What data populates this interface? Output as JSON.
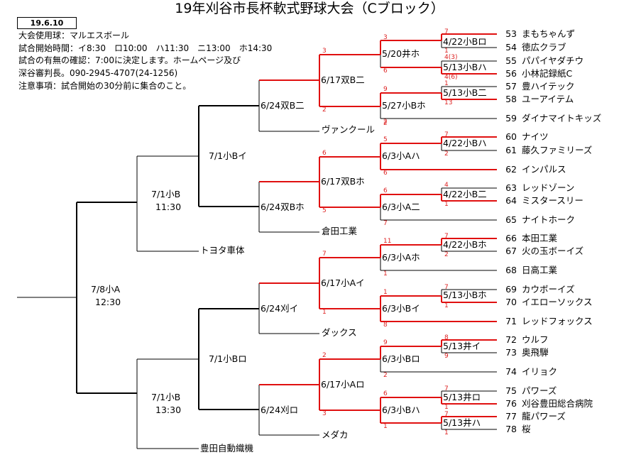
{
  "title": "19年刈谷市長杯軟式野球大会（Cブロック）",
  "date_box": "19.6.10",
  "info": [
    "大会使用球：マルエスボール",
    "試合開始時間：イ8:30　ロ10:00　ハ11:30　ニ13:00　ホ14:30",
    "試合の有無の確認：7:00に決定します。ホームページ及び",
    "深谷審判長。090-2945-4707(24-1256)",
    "注意事項：試合開始の30分前に集合のこと。"
  ],
  "teams": [
    {
      "num": "53",
      "name": "まもちゃんず"
    },
    {
      "num": "54",
      "name": "徳広クラブ"
    },
    {
      "num": "55",
      "name": "パパイヤダチウ"
    },
    {
      "num": "56",
      "name": "小林記録紙C"
    },
    {
      "num": "57",
      "name": "豊ハイテック"
    },
    {
      "num": "58",
      "name": "ユーアイテム"
    },
    {
      "num": "59",
      "name": "ダイナマイトキッズ"
    },
    {
      "num": "60",
      "name": "ナイツ"
    },
    {
      "num": "61",
      "name": "藤久ファミリーズ"
    },
    {
      "num": "62",
      "name": "インパルス"
    },
    {
      "num": "63",
      "name": "レッドゾーン"
    },
    {
      "num": "64",
      "name": "ミスタースリー"
    },
    {
      "num": "65",
      "name": "ナイトホーク"
    },
    {
      "num": "66",
      "name": "本田工業"
    },
    {
      "num": "67",
      "name": "火の玉ボーイズ"
    },
    {
      "num": "68",
      "name": "日高工業"
    },
    {
      "num": "69",
      "name": "カウボーイズ"
    },
    {
      "num": "70",
      "name": "イエローソックス"
    },
    {
      "num": "71",
      "name": "レッドフォックス"
    },
    {
      "num": "72",
      "name": "ウルフ"
    },
    {
      "num": "73",
      "name": "奥飛騨"
    },
    {
      "num": "74",
      "name": "イリョク"
    },
    {
      "num": "75",
      "name": "パワーズ"
    },
    {
      "num": "76",
      "name": "刈谷豊田総合病院"
    },
    {
      "num": "77",
      "name": "龍パワーズ"
    },
    {
      "num": "78",
      "name": "桜"
    }
  ],
  "seeded_teams": [
    {
      "name": "ヴァンクール"
    },
    {
      "name": "倉田工業"
    },
    {
      "name": "トヨタ車体"
    },
    {
      "name": "ダックス"
    },
    {
      "name": "豊田自動織機"
    },
    {
      "name": "メダカ"
    }
  ],
  "round1": [
    "4/22小Bロ",
    "5/13小Bハ",
    "5/13小B二",
    "4/22小Bハ",
    "4/22小B二",
    "4/22小Bホ",
    "5/13小Bホ",
    "5/13井イ",
    "5/13井ロ",
    "5/13井ハ"
  ],
  "round2": [
    "5/20井ホ",
    "5/27小Bホ",
    "6/3小Aハ",
    "6/3小A二",
    "6/3小Aホ",
    "6/3小Bイ",
    "6/3小Bロ",
    "6/3小Bハ"
  ],
  "round3": [
    "6/17双B二",
    "6/17双Bホ",
    "6/17小Aイ",
    "6/17小Aロ"
  ],
  "round4": [
    "6/24双B二",
    "6/24双Bホ",
    "6/24刈イ",
    "6/24刈ロ"
  ],
  "round5": [
    "7/1小Bイ",
    "7/1小Bロ"
  ],
  "semis": [
    {
      "label": "7/1小B",
      "time": "11:30"
    },
    {
      "label": "7/1小B",
      "time": "13:30"
    }
  ],
  "final": {
    "label": "7/8小A",
    "time": "12:30"
  },
  "scores": [
    "3",
    "6",
    "9",
    "2",
    "5",
    "6",
    "6",
    "7",
    "11",
    "1",
    "1",
    "8",
    "9",
    "2",
    "6",
    "1",
    "3",
    "2",
    "4(3)",
    "4(6)",
    "7",
    "1",
    "7",
    "2",
    "6",
    "5",
    "4",
    "7",
    "1",
    "13",
    "1",
    "2",
    "7",
    "1",
    "7",
    "1",
    "8",
    "9",
    "2",
    "3",
    "7",
    "1",
    "7",
    "1",
    "2"
  ],
  "colors": {
    "win": "#e01010",
    "line": "#000000"
  }
}
